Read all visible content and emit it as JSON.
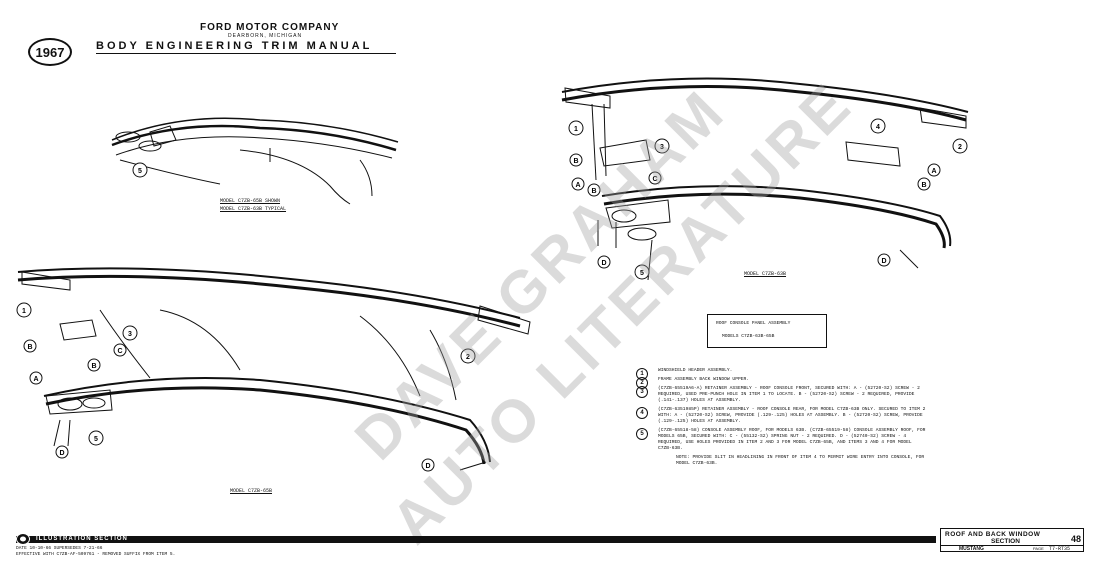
{
  "header": {
    "year": "1967",
    "company": "FORD MOTOR COMPANY",
    "city": "DEARBORN, MICHIGAN",
    "manual": "BODY ENGINEERING TRIM MANUAL"
  },
  "figures": {
    "top_left_caption_1": "MODEL C7ZB-65B SHOWN",
    "top_left_caption_2": "MODEL C7ZB-63B TYPICAL",
    "bottom_left_caption": "MODEL C7ZB-65B",
    "right_caption": "MODEL C7ZB-63B"
  },
  "callouts": {
    "c1": "1",
    "c2": "2",
    "c3": "3",
    "c4": "4",
    "c5": "5",
    "a": "A",
    "b": "B",
    "c": "C",
    "d": "D"
  },
  "panel_box": {
    "title": "ROOF CONSOLE PANEL ASSEMBLY",
    "models": "MODELS C7ZB-63B-65B"
  },
  "legend": [
    {
      "num": "1",
      "text": "WINDSHIELD HEADER ASSEMBLY."
    },
    {
      "num": "2",
      "text": "FRAME ASSEMBLY BACK WINDOW UPPER."
    },
    {
      "num": "3",
      "text": "(C7ZB-65519A6-A) RETAINER ASSEMBLY - ROOF CONSOLE FRONT, SECURED WITH: A - (52720-S2) SCREW - 2 REQUIRED, USED PRE-PUNCH HOLE IN ITEM 1 TO LOCATE. B - (52720-S2) SCREW - 2 REQUIRED, PROVIDE (.141-.137) HOLES AT ASSEMBLY."
    },
    {
      "num": "4",
      "text": "(C7ZB-6351985P) RETAINER ASSEMBLY - ROOF CONSOLE REAR, FOR MODEL C7ZB-63B ONLY. SECURED TO ITEM 2 WITH: A - (52720-S2) SCREW, PROVIDE (.129-.125) HOLES AT ASSEMBLY. B - (52720-S2) SCREW, PROVIDE (.129-.125) HOLES AT ASSEMBLY."
    },
    {
      "num": "5",
      "text": "(C7ZB-65518-58) CONSOLE ASSEMBLY ROOF, FOR MODELS 63B. (C7ZB-65519-58) CONSOLE ASSEMBLY ROOF, FOR MODELS 65B, SECURED WITH: C - (55132-S2) SPRING NUT - 2 REQUIRED. D - (52740-S2) SCREW - 4 REQUIRED, USE HOLES PROVIDED IN ITEM 2 AND 3 FOR MODEL C7ZB-65B, AND ITEMS 3 AND 4 FOR MODEL C7ZB-63B."
    }
  ],
  "legend_note": "NOTE: PROVIDE SLIT IN HEADLINING IN FRONT OF ITEM 4 TO PERMIT WIRE ENTRY INTO CONSOLE, FOR MODEL C7ZB-63B.",
  "footer": {
    "section": "ILLUSTRATION SECTION",
    "date_line": "DATE 10-10-66 SUPERSEDES 7-21-66",
    "effective_line": "EFFECTIVE WITH C7ZB-AF-509761 - REMOVED SUFFIX FROM ITEM 5."
  },
  "title_block": {
    "title": "ROOF AND BACK WINDOW",
    "subtitle": "SECTION",
    "model": "MUSTANG",
    "page_label": "PAGE",
    "page_code": "T7-RT35",
    "number": "48"
  },
  "watermark": {
    "line1": "DAVE GRAHAM",
    "line2": "AUTO LITERATURE"
  }
}
